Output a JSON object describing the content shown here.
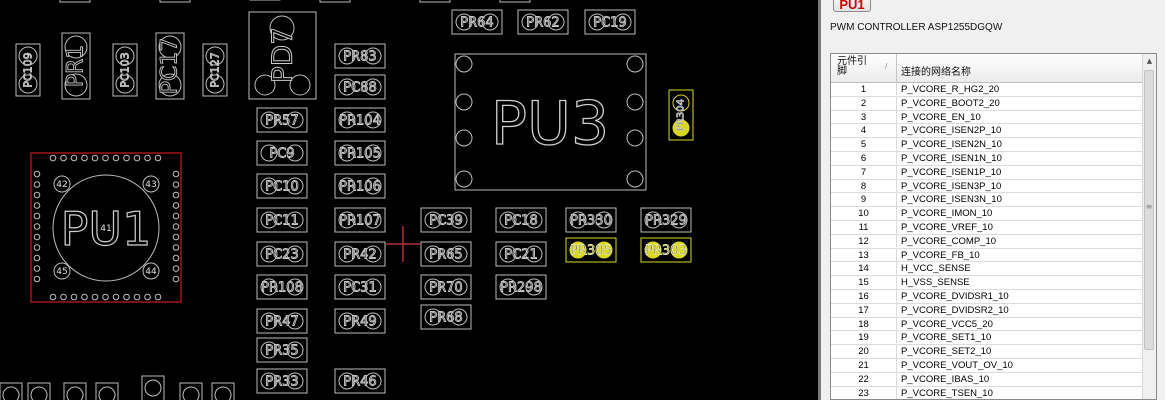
{
  "board": {
    "components": [
      {
        "ref": "PC109",
        "style": "vert-small"
      },
      {
        "ref": "PR1",
        "style": "vert-large"
      },
      {
        "ref": "PC103",
        "style": "vert-small"
      },
      {
        "ref": "PC17",
        "style": "vert-large"
      },
      {
        "ref": "PC127",
        "style": "vert-small"
      },
      {
        "ref": "PD7",
        "style": "diode"
      },
      {
        "ref": "PR64"
      },
      {
        "ref": "PR62"
      },
      {
        "ref": "PC19"
      },
      {
        "ref": "PR83"
      },
      {
        "ref": "PC88"
      },
      {
        "ref": "PR57"
      },
      {
        "ref": "PR104"
      },
      {
        "ref": "PC9"
      },
      {
        "ref": "PR105"
      },
      {
        "ref": "PC10"
      },
      {
        "ref": "PR106"
      },
      {
        "ref": "PC11"
      },
      {
        "ref": "PR107"
      },
      {
        "ref": "PC39"
      },
      {
        "ref": "PC18"
      },
      {
        "ref": "PR330"
      },
      {
        "ref": "PR329"
      },
      {
        "ref": "PC23"
      },
      {
        "ref": "PR42"
      },
      {
        "ref": "PR65"
      },
      {
        "ref": "PC21"
      },
      {
        "ref": "PR305",
        "highlight": true
      },
      {
        "ref": "PR303",
        "highlight": true
      },
      {
        "ref": "PR108"
      },
      {
        "ref": "PC31"
      },
      {
        "ref": "PR70"
      },
      {
        "ref": "PR298"
      },
      {
        "ref": "PR47"
      },
      {
        "ref": "PR49"
      },
      {
        "ref": "PR68"
      },
      {
        "ref": "PR35"
      },
      {
        "ref": "PR33"
      },
      {
        "ref": "PR46"
      },
      {
        "ref": "PR304",
        "highlight": true,
        "style": "vertical"
      },
      {
        "ref": "PU3",
        "style": "ic"
      },
      {
        "ref": "PU1",
        "style": "qfn",
        "selected": true
      }
    ],
    "pu1_pins": [
      "41",
      "42",
      "43",
      "44",
      "45"
    ]
  },
  "panel": {
    "component_button": "PU1",
    "component_desc": "PWM CONTROLLER ASP1255DGQW",
    "col_pin": "元件引脚",
    "col_net": "连接的网络名称",
    "sort_indicator": "/",
    "rows": [
      {
        "pin": "1",
        "net": "P_VCORE_R_HG2_20"
      },
      {
        "pin": "2",
        "net": "P_VCORE_BOOT2_20"
      },
      {
        "pin": "3",
        "net": "P_VCORE_EN_10"
      },
      {
        "pin": "4",
        "net": "P_VCORE_ISEN2P_10"
      },
      {
        "pin": "5",
        "net": "P_VCORE_ISEN2N_10"
      },
      {
        "pin": "6",
        "net": "P_VCORE_ISEN1N_10"
      },
      {
        "pin": "7",
        "net": "P_VCORE_ISEN1P_10"
      },
      {
        "pin": "8",
        "net": "P_VCORE_ISEN3P_10"
      },
      {
        "pin": "9",
        "net": "P_VCORE_ISEN3N_10"
      },
      {
        "pin": "10",
        "net": "P_VCORE_IMON_10"
      },
      {
        "pin": "11",
        "net": "P_VCORE_VREF_10"
      },
      {
        "pin": "12",
        "net": "P_VCORE_COMP_10"
      },
      {
        "pin": "13",
        "net": "P_VCORE_FB_10"
      },
      {
        "pin": "14",
        "net": "H_VCC_SENSE"
      },
      {
        "pin": "15",
        "net": "H_VSS_SENSE"
      },
      {
        "pin": "16",
        "net": "P_VCORE_DVIDSR1_10"
      },
      {
        "pin": "17",
        "net": "P_VCORE_DVIDSR2_10"
      },
      {
        "pin": "18",
        "net": "P_VCORE_VCC5_20"
      },
      {
        "pin": "19",
        "net": "P_VCORE_SET1_10"
      },
      {
        "pin": "20",
        "net": "P_VCORE_SET2_10"
      },
      {
        "pin": "21",
        "net": "P_VCORE_VOUT_OV_10"
      },
      {
        "pin": "22",
        "net": "P_VCORE_IBAS_10"
      },
      {
        "pin": "23",
        "net": "P_VCORE_TSEN_10"
      }
    ]
  }
}
